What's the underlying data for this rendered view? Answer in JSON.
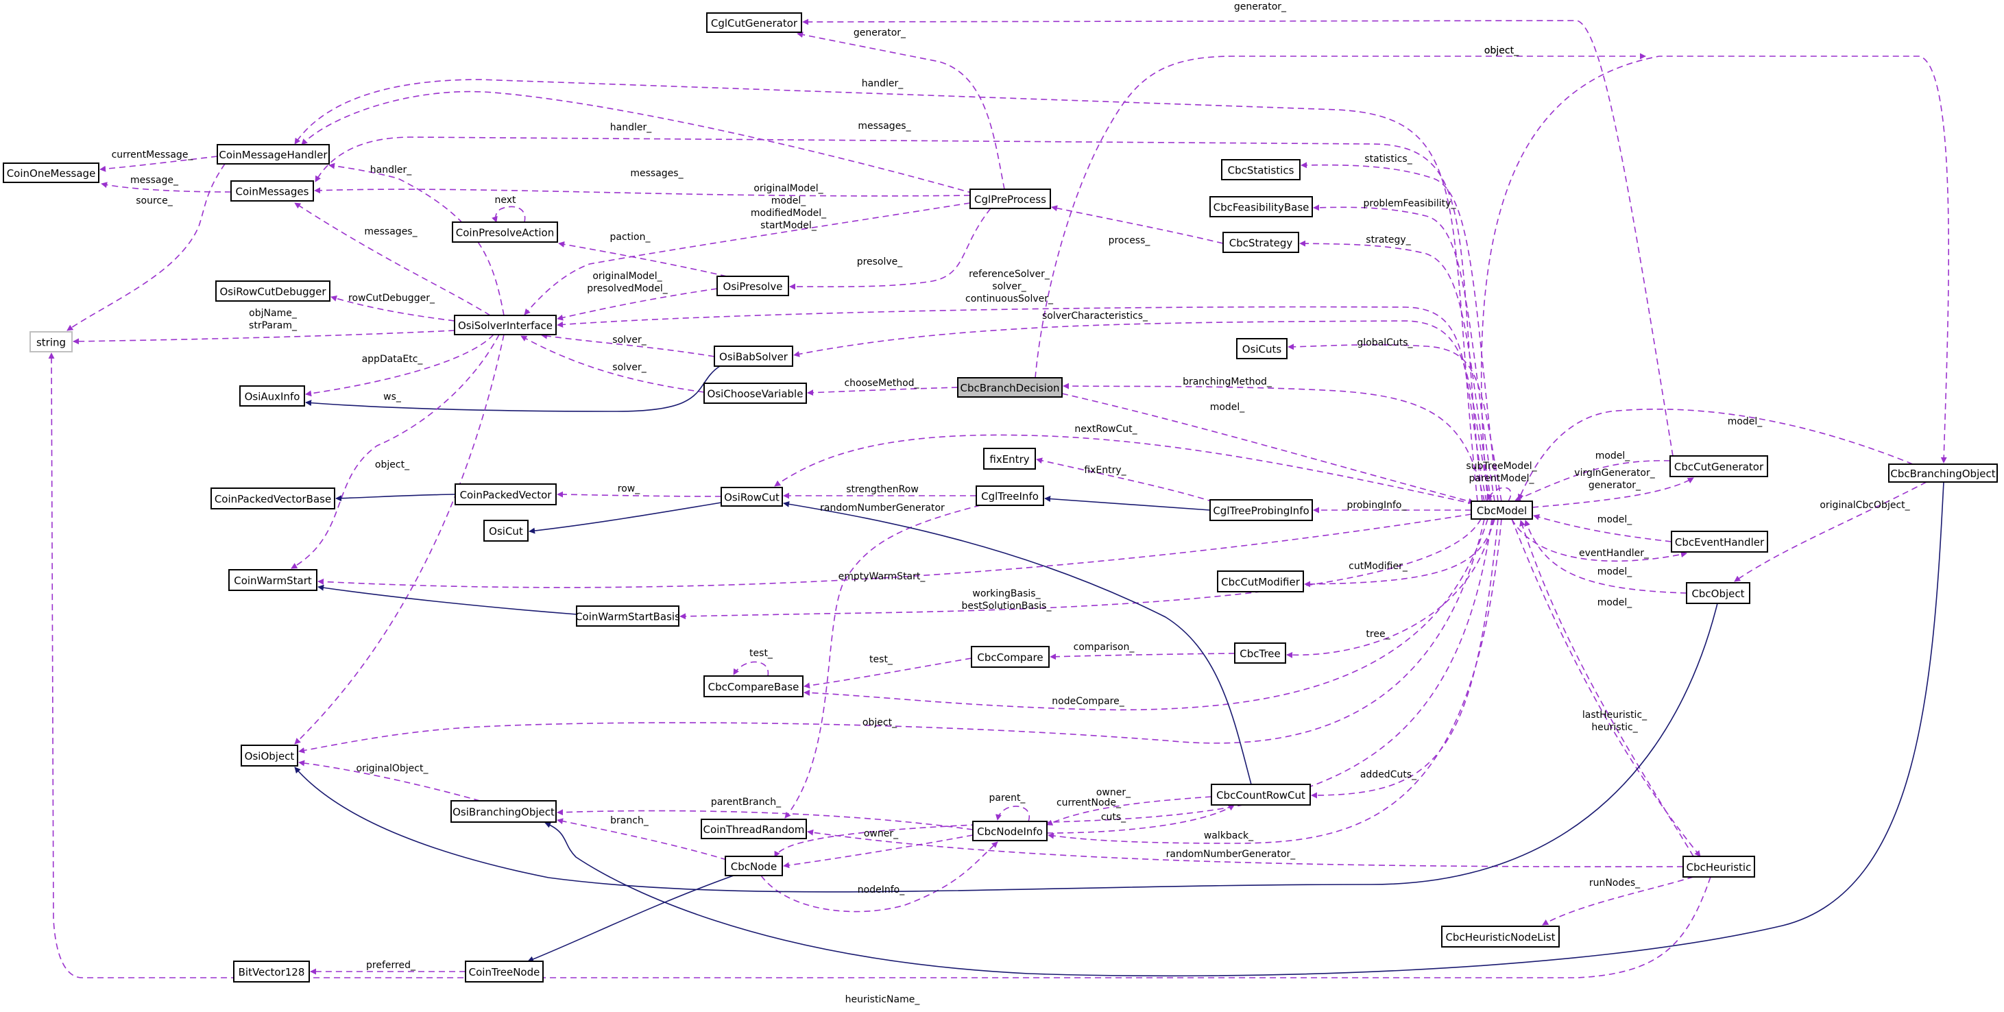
{
  "diagram": {
    "title": "CbcBranchDecision collaboration graph",
    "focus_node": "CbcBranchDecision",
    "colors": {
      "usage_edge": "#9a32cd",
      "inheritance_edge": "#191970",
      "focus_fill": "#bfbfbf",
      "node_border": "#000000",
      "external_border": "#bfbfbf"
    },
    "nodes": [
      {
        "id": "CglCutGenerator",
        "label": "CglCutGenerator"
      },
      {
        "id": "CoinMessageHandler",
        "label": "CoinMessageHandler"
      },
      {
        "id": "CoinOneMessage",
        "label": "CoinOneMessage"
      },
      {
        "id": "CoinMessages",
        "label": "CoinMessages"
      },
      {
        "id": "CoinPresolveAction",
        "label": "CoinPresolveAction"
      },
      {
        "id": "CglPreProcess",
        "label": "CglPreProcess"
      },
      {
        "id": "CbcStatistics",
        "label": "CbcStatistics"
      },
      {
        "id": "CbcFeasibilityBase",
        "label": "CbcFeasibilityBase"
      },
      {
        "id": "CbcStrategy",
        "label": "CbcStrategy"
      },
      {
        "id": "OsiPresolve",
        "label": "OsiPresolve"
      },
      {
        "id": "OsiRowCutDebugger",
        "label": "OsiRowCutDebugger"
      },
      {
        "id": "OsiSolverInterface",
        "label": "OsiSolverInterface"
      },
      {
        "id": "string",
        "label": "string",
        "external": true
      },
      {
        "id": "OsiBabSolver",
        "label": "OsiBabSolver"
      },
      {
        "id": "OsiCuts",
        "label": "OsiCuts"
      },
      {
        "id": "OsiAuxInfo",
        "label": "OsiAuxInfo"
      },
      {
        "id": "OsiChooseVariable",
        "label": "OsiChooseVariable"
      },
      {
        "id": "CbcBranchDecision",
        "label": "CbcBranchDecision",
        "focus": true
      },
      {
        "id": "fixEntry",
        "label": "fixEntry"
      },
      {
        "id": "CoinPackedVectorBase",
        "label": "CoinPackedVectorBase"
      },
      {
        "id": "CoinPackedVector",
        "label": "CoinPackedVector"
      },
      {
        "id": "OsiRowCut",
        "label": "OsiRowCut"
      },
      {
        "id": "CglTreeInfo",
        "label": "CglTreeInfo"
      },
      {
        "id": "CglTreeProbingInfo",
        "label": "CglTreeProbingInfo"
      },
      {
        "id": "CbcModel",
        "label": "CbcModel"
      },
      {
        "id": "OsiCut",
        "label": "OsiCut"
      },
      {
        "id": "CbcCutGenerator",
        "label": "CbcCutGenerator"
      },
      {
        "id": "CbcBranchingObject",
        "label": "CbcBranchingObject"
      },
      {
        "id": "CoinWarmStart",
        "label": "CoinWarmStart"
      },
      {
        "id": "CbcCutModifier",
        "label": "CbcCutModifier"
      },
      {
        "id": "CbcEventHandler",
        "label": "CbcEventHandler"
      },
      {
        "id": "CoinWarmStartBasis",
        "label": "CoinWarmStartBasis"
      },
      {
        "id": "CbcObject",
        "label": "CbcObject"
      },
      {
        "id": "CbcTree",
        "label": "CbcTree"
      },
      {
        "id": "CbcCompare",
        "label": "CbcCompare"
      },
      {
        "id": "CbcCompareBase",
        "label": "CbcCompareBase"
      },
      {
        "id": "OsiObject",
        "label": "OsiObject"
      },
      {
        "id": "CbcCountRowCut",
        "label": "CbcCountRowCut"
      },
      {
        "id": "OsiBranchingObject",
        "label": "OsiBranchingObject"
      },
      {
        "id": "CoinThreadRandom",
        "label": "CoinThreadRandom"
      },
      {
        "id": "CbcNodeInfo",
        "label": "CbcNodeInfo"
      },
      {
        "id": "CbcNode",
        "label": "CbcNode"
      },
      {
        "id": "CbcHeuristic",
        "label": "CbcHeuristic"
      },
      {
        "id": "CbcHeuristicNodeList",
        "label": "CbcHeuristicNodeList"
      },
      {
        "id": "BitVector128",
        "label": "BitVector128"
      },
      {
        "id": "CoinTreeNode",
        "label": "CoinTreeNode"
      }
    ],
    "edges": [
      {
        "from": "CbcCutGenerator",
        "to": "CglCutGenerator",
        "type": "usage",
        "label": [
          "generator_"
        ]
      },
      {
        "from": "CglPreProcess",
        "to": "CglCutGenerator",
        "type": "usage",
        "label": [
          "generator_"
        ]
      },
      {
        "from": "CbcModel",
        "to": "CbcBranchingObject",
        "type": "usage",
        "label": [
          "object_"
        ]
      },
      {
        "from": "CbcModel",
        "to": "CoinMessageHandler",
        "type": "usage",
        "label": [
          "handler_"
        ]
      },
      {
        "from": "CglPreProcess",
        "to": "CoinMessageHandler",
        "type": "usage",
        "label": [
          "handler_"
        ]
      },
      {
        "from": "CbcModel",
        "to": "CoinMessages",
        "type": "usage",
        "label": [
          "messages_"
        ]
      },
      {
        "from": "CglPreProcess",
        "to": "CoinMessages",
        "type": "usage",
        "label": [
          "messages_"
        ]
      },
      {
        "from": "CoinMessageHandler",
        "to": "CoinOneMessage",
        "type": "usage",
        "label": [
          "currentMessage_"
        ]
      },
      {
        "from": "CoinMessages",
        "to": "CoinOneMessage",
        "type": "usage",
        "label": [
          "message_"
        ]
      },
      {
        "from": "CoinMessageHandler",
        "to": "string",
        "type": "usage",
        "label": [
          "source_"
        ]
      },
      {
        "from": "OsiSolverInterface",
        "to": "CoinMessageHandler",
        "type": "usage",
        "label": [
          "handler_"
        ]
      },
      {
        "from": "OsiSolverInterface",
        "to": "CoinMessages",
        "type": "usage",
        "label": [
          "messages_"
        ]
      },
      {
        "from": "CoinPresolveAction",
        "to": "CoinPresolveAction",
        "type": "usage",
        "label": [
          "next"
        ]
      },
      {
        "from": "OsiPresolve",
        "to": "CoinPresolveAction",
        "type": "usage",
        "label": [
          "paction_"
        ]
      },
      {
        "from": "CglPreProcess",
        "to": "OsiSolverInterface",
        "type": "usage",
        "label": [
          "originalModel_",
          "model_",
          "modifiedModel_",
          "startModel_"
        ]
      },
      {
        "from": "OsiPresolve",
        "to": "OsiSolverInterface",
        "type": "usage",
        "label": [
          "originalModel_",
          "presolvedModel_"
        ]
      },
      {
        "from": "CglPreProcess",
        "to": "OsiPresolve",
        "type": "usage",
        "label": [
          "presolve_"
        ]
      },
      {
        "from": "CbcStrategy",
        "to": "CglPreProcess",
        "type": "usage",
        "label": [
          "process_"
        ]
      },
      {
        "from": "CbcModel",
        "to": "CbcStatistics",
        "type": "usage",
        "label": [
          "statistics_"
        ]
      },
      {
        "from": "CbcModel",
        "to": "CbcFeasibilityBase",
        "type": "usage",
        "label": [
          "problemFeasibility_"
        ]
      },
      {
        "from": "CbcModel",
        "to": "CbcStrategy",
        "type": "usage",
        "label": [
          "strategy_"
        ]
      },
      {
        "from": "OsiSolverInterface",
        "to": "OsiRowCutDebugger",
        "type": "usage",
        "label": [
          "rowCutDebugger_"
        ]
      },
      {
        "from": "OsiSolverInterface",
        "to": "string",
        "type": "usage",
        "label": [
          "objName_",
          "strParam_"
        ]
      },
      {
        "from": "CbcModel",
        "to": "OsiSolverInterface",
        "type": "usage",
        "label": [
          "referenceSolver_",
          "solver_",
          "continuousSolver_"
        ]
      },
      {
        "from": "CbcModel",
        "to": "OsiBabSolver",
        "type": "usage",
        "label": [
          "solverCharacteristics_"
        ]
      },
      {
        "from": "OsiBabSolver",
        "to": "OsiSolverInterface",
        "type": "usage",
        "label": [
          "solver_"
        ]
      },
      {
        "from": "OsiChooseVariable",
        "to": "OsiSolverInterface",
        "type": "usage",
        "label": [
          "solver_"
        ]
      },
      {
        "from": "OsiSolverInterface",
        "to": "OsiAuxInfo",
        "type": "usage",
        "label": [
          "appDataEtc_"
        ]
      },
      {
        "from": "OsiBabSolver",
        "to": "OsiAuxInfo",
        "type": "inherit",
        "label": [
          "ws_"
        ]
      },
      {
        "from": "CbcModel",
        "to": "OsiCuts",
        "type": "usage",
        "label": [
          "globalCuts_"
        ]
      },
      {
        "from": "CbcBranchDecision",
        "to": "OsiChooseVariable",
        "type": "usage",
        "label": [
          "chooseMethod_"
        ]
      },
      {
        "from": "CbcModel",
        "to": "CbcBranchDecision",
        "type": "usage",
        "label": [
          "branchingMethod_"
        ]
      },
      {
        "from": "CbcBranchDecision",
        "to": "CbcModel",
        "type": "usage",
        "label": [
          "model_"
        ]
      },
      {
        "from": "CbcBranchDecision",
        "to": "CbcBranchingObject",
        "type": "usage",
        "label": [
          "object_"
        ]
      },
      {
        "from": "CbcModel",
        "to": "OsiRowCut",
        "type": "usage",
        "label": [
          "nextRowCut_"
        ]
      },
      {
        "from": "CglTreeProbingInfo",
        "to": "fixEntry",
        "type": "usage",
        "label": [
          "fixEntry_"
        ]
      },
      {
        "from": "OsiSolverInterface",
        "to": "OsiObject",
        "type": "usage",
        "label": [
          "object_"
        ]
      },
      {
        "from": "OsiSolverInterface",
        "to": "CoinWarmStart",
        "type": "usage",
        "label": []
      },
      {
        "from": "CoinPackedVector",
        "to": "CoinPackedVectorBase",
        "type": "inherit",
        "label": []
      },
      {
        "from": "OsiRowCut",
        "to": "CoinPackedVector",
        "type": "usage",
        "label": [
          "row_"
        ]
      },
      {
        "from": "CglTreeInfo",
        "to": "OsiRowCut",
        "type": "usage",
        "label": [
          "strengthenRow"
        ]
      },
      {
        "from": "CglTreeInfo",
        "to": "CoinThreadRandom",
        "type": "usage",
        "label": [
          "randomNumberGenerator"
        ]
      },
      {
        "from": "CglTreeProbingInfo",
        "to": "CglTreeInfo",
        "type": "inherit",
        "label": []
      },
      {
        "from": "CbcModel",
        "to": "CglTreeProbingInfo",
        "type": "usage",
        "label": [
          "probingInfo_"
        ]
      },
      {
        "from": "OsiRowCut",
        "to": "OsiCut",
        "type": "inherit",
        "label": []
      },
      {
        "from": "CbcModel",
        "to": "CbcModel",
        "type": "usage",
        "label": [
          "subTreeModel_",
          "parentModel_"
        ]
      },
      {
        "from": "CbcCutGenerator",
        "to": "CbcModel",
        "type": "usage",
        "label": [
          "model_"
        ]
      },
      {
        "from": "CbcModel",
        "to": "CbcCutGenerator",
        "type": "usage",
        "label": [
          "virginGenerator_",
          "generator_"
        ]
      },
      {
        "from": "CbcBranchingObject",
        "to": "CbcModel",
        "type": "usage",
        "label": [
          "model_"
        ]
      },
      {
        "from": "CbcBranchingObject",
        "to": "CbcObject",
        "type": "usage",
        "label": [
          "originalCbcObject_"
        ]
      },
      {
        "from": "CbcModel",
        "to": "CoinWarmStart",
        "type": "usage",
        "label": [
          "emptyWarmStart_"
        ]
      },
      {
        "from": "CbcModel",
        "to": "CbcCutModifier",
        "type": "usage",
        "label": [
          "cutModifier_"
        ]
      },
      {
        "from": "CbcEventHandler",
        "to": "CbcModel",
        "type": "usage",
        "label": [
          "model_"
        ]
      },
      {
        "from": "CbcModel",
        "to": "CbcEventHandler",
        "type": "usage",
        "label": [
          "eventHandler_"
        ]
      },
      {
        "from": "CoinWarmStartBasis",
        "to": "CoinWarmStart",
        "type": "inherit",
        "label": []
      },
      {
        "from": "CbcModel",
        "to": "CoinWarmStartBasis",
        "type": "usage",
        "label": [
          "workingBasis_",
          "bestSolutionBasis_"
        ]
      },
      {
        "from": "CbcObject",
        "to": "CbcModel",
        "type": "usage",
        "label": [
          "model_"
        ]
      },
      {
        "from": "CbcHeuristic",
        "to": "CbcModel",
        "type": "usage",
        "label": [
          "model_"
        ]
      },
      {
        "from": "CbcModel",
        "to": "CbcTree",
        "type": "usage",
        "label": [
          "tree_"
        ]
      },
      {
        "from": "CbcTree",
        "to": "CbcCompare",
        "type": "usage",
        "label": [
          "comparison_"
        ]
      },
      {
        "from": "CbcCompare",
        "to": "CbcCompareBase",
        "type": "usage",
        "label": [
          "test_"
        ]
      },
      {
        "from": "CbcCompareBase",
        "to": "CbcCompareBase",
        "type": "usage",
        "label": [
          "test_"
        ]
      },
      {
        "from": "CbcModel",
        "to": "CbcCompareBase",
        "type": "usage",
        "label": [
          "nodeCompare_"
        ]
      },
      {
        "from": "CbcModel",
        "to": "OsiObject",
        "type": "usage",
        "label": [
          "object_"
        ]
      },
      {
        "from": "CbcModel",
        "to": "CbcNode",
        "type": "usage",
        "label": [
          "currentNode_"
        ]
      },
      {
        "from": "CbcModel",
        "to": "CbcCountRowCut",
        "type": "usage",
        "label": [
          "addedCuts_"
        ]
      },
      {
        "from": "CbcCountRowCut",
        "to": "OsiRowCut",
        "type": "inherit",
        "label": []
      },
      {
        "from": "OsiBranchingObject",
        "to": "OsiObject",
        "type": "usage",
        "label": [
          "originalObject_"
        ]
      },
      {
        "from": "CbcNodeInfo",
        "to": "OsiBranchingObject",
        "type": "usage",
        "label": [
          "parentBranch_"
        ]
      },
      {
        "from": "CbcNode",
        "to": "OsiBranchingObject",
        "type": "usage",
        "label": [
          "branch_"
        ]
      },
      {
        "from": "CbcNodeInfo",
        "to": "CbcNodeInfo",
        "type": "usage",
        "label": [
          "parent_"
        ]
      },
      {
        "from": "CbcCountRowCut",
        "to": "CbcNodeInfo",
        "type": "usage",
        "label": [
          "owner_"
        ]
      },
      {
        "from": "CbcNodeInfo",
        "to": "CbcCountRowCut",
        "type": "usage",
        "label": [
          "cuts_"
        ]
      },
      {
        "from": "CbcNodeInfo",
        "to": "CbcNode",
        "type": "usage",
        "label": [
          "owner_"
        ]
      },
      {
        "from": "CbcModel",
        "to": "CbcNodeInfo",
        "type": "usage",
        "label": [
          "walkback_"
        ]
      },
      {
        "from": "CbcHeuristic",
        "to": "CoinThreadRandom",
        "type": "usage",
        "label": [
          "randomNumberGenerator_"
        ]
      },
      {
        "from": "CbcNode",
        "to": "CbcNodeInfo",
        "type": "usage",
        "label": [
          "nodeInfo_"
        ]
      },
      {
        "from": "CbcModel",
        "to": "CbcHeuristic",
        "type": "usage",
        "label": [
          "lastHeuristic_",
          "heuristic_"
        ]
      },
      {
        "from": "CbcHeuristic",
        "to": "CbcHeuristicNodeList",
        "type": "usage",
        "label": [
          "runNodes_"
        ]
      },
      {
        "from": "CbcHeuristic",
        "to": "string",
        "type": "usage",
        "label": [
          "heuristicName_"
        ]
      },
      {
        "from": "CbcObject",
        "to": "OsiObject",
        "type": "inherit",
        "label": []
      },
      {
        "from": "CbcBranchingObject",
        "to": "OsiBranchingObject",
        "type": "inherit",
        "label": []
      },
      {
        "from": "CbcNode",
        "to": "CoinTreeNode",
        "type": "inherit",
        "label": []
      },
      {
        "from": "CoinTreeNode",
        "to": "BitVector128",
        "type": "usage",
        "label": [
          "preferred_"
        ]
      }
    ]
  }
}
